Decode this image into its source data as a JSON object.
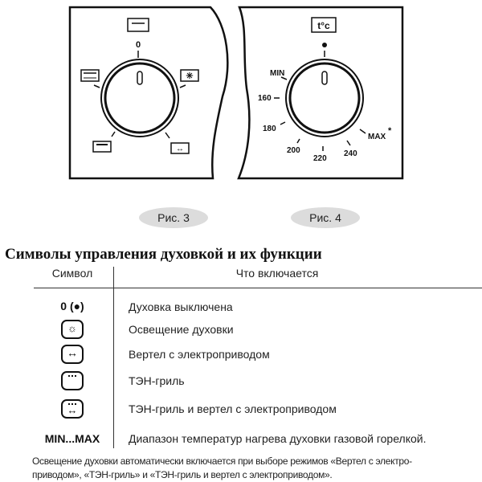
{
  "figure3": {
    "caption": "Рис. 3",
    "top_symbol": "oven-light-off-symbol",
    "zero_label": "0",
    "positions": [
      "grill-spit-icon",
      "light-icon",
      "grill-icon",
      "spit-icon"
    ]
  },
  "figure4": {
    "caption": "Рис. 4",
    "symbol_label": "t°c",
    "labels": {
      "min": "MIN",
      "t160": "160",
      "t180": "180",
      "t200": "200",
      "t220": "220",
      "t240": "240",
      "max": "MAX",
      "asterisk": "*"
    }
  },
  "section_title": "Символы управления духовкой и их функции",
  "table": {
    "headers": [
      "Символ",
      "Что включается"
    ],
    "rows": [
      {
        "symbol": "0 (●)",
        "description": "Духовка выключена"
      },
      {
        "symbol": "light-icon",
        "description": "Освещение духовки"
      },
      {
        "symbol": "spit-icon",
        "description": "Вертел с электроприводом"
      },
      {
        "symbol": "grill-icon",
        "description": "ТЭН-гриль"
      },
      {
        "symbol": "grill-spit-icon",
        "description": "ТЭН-гриль и вертел с электроприводом"
      },
      {
        "symbol": "MIN...MAX",
        "description": "Диапазон температур нагрева духовки газовой горелкой."
      }
    ]
  },
  "note": {
    "line1": "Освещение духовки автоматически включается при выборе режимов «Вертел с электро-",
    "line2": "приводом», «ТЭН-гриль» и «ТЭН-гриль и вертел с электроприводом»."
  }
}
